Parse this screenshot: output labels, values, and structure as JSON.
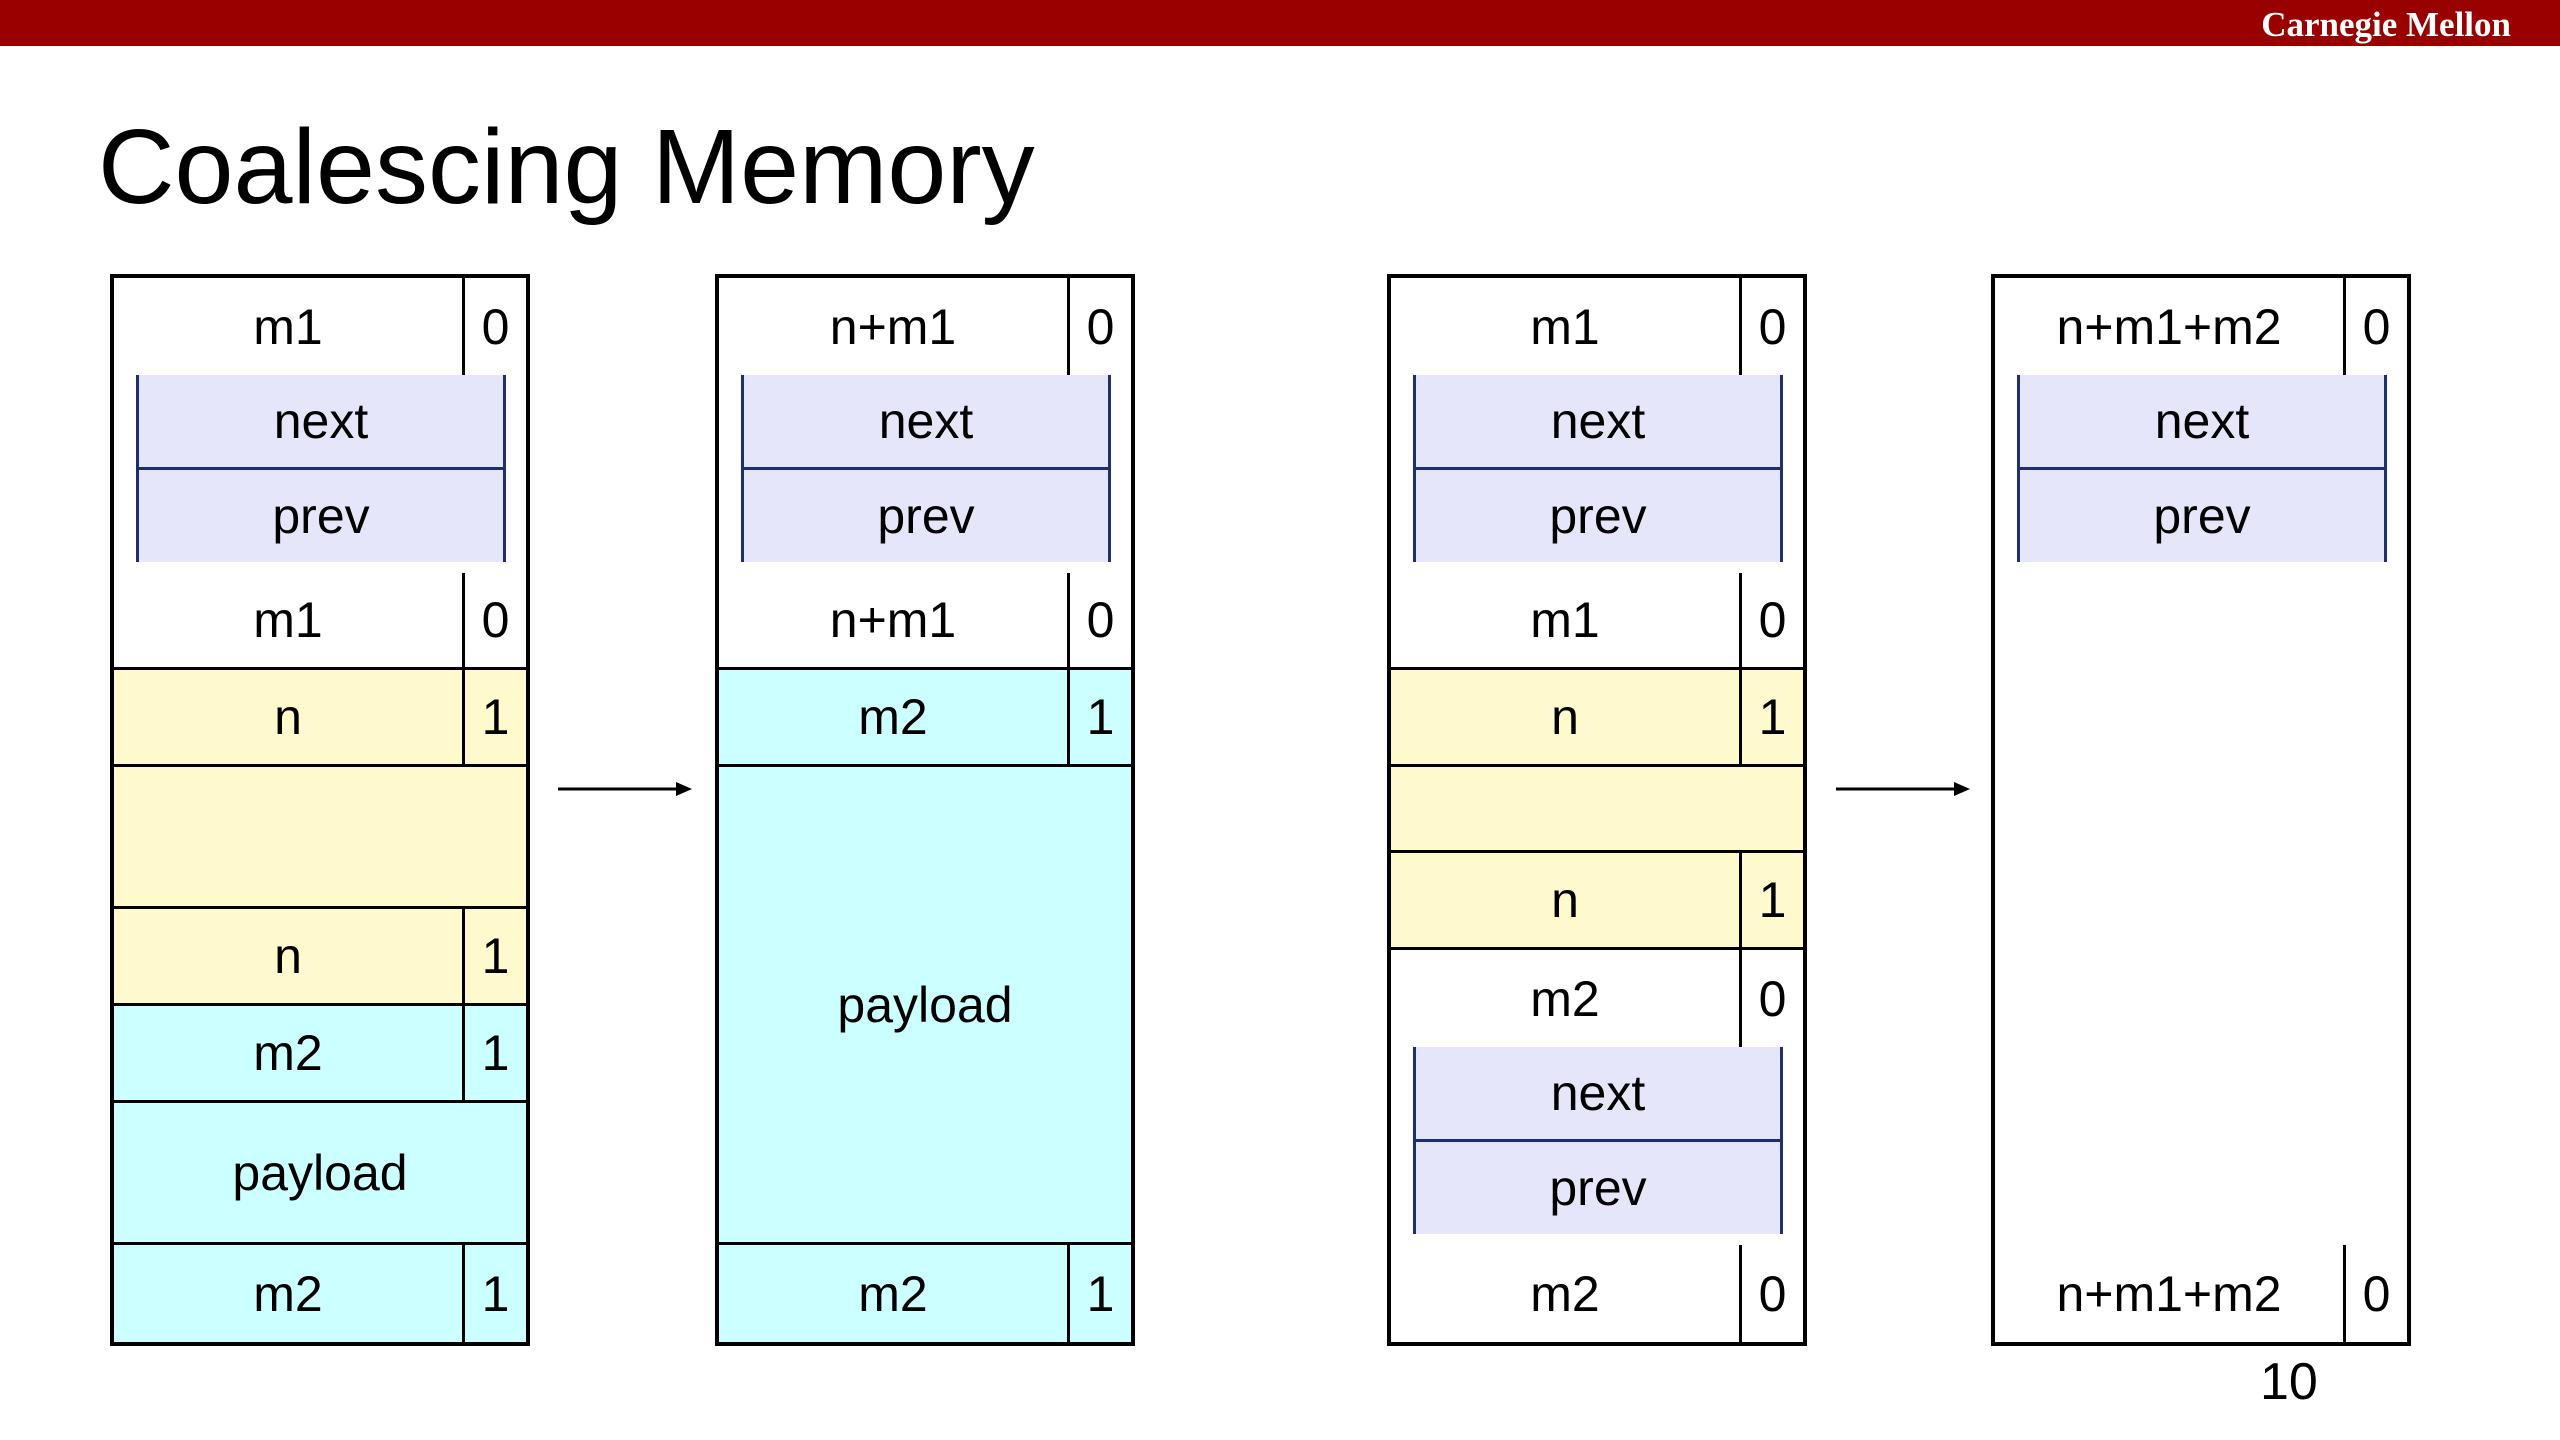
{
  "header": {
    "brand": "Carnegie Mellon"
  },
  "slide": {
    "title": "Coalescing Memory",
    "page_number": "10"
  },
  "diagrams": [
    {
      "before": {
        "rows": [
          {
            "kind": "hdr",
            "label": "m1",
            "flag": "0",
            "bg": "white"
          },
          {
            "kind": "ptr",
            "labels": [
              "next",
              "prev"
            ],
            "bg": "white"
          },
          {
            "kind": "hdr",
            "label": "m1",
            "flag": "0",
            "bg": "white"
          },
          {
            "kind": "hdr",
            "label": "n",
            "flag": "1",
            "bg": "yellow"
          },
          {
            "kind": "fill",
            "label": "",
            "bg": "yellow"
          },
          {
            "kind": "hdr",
            "label": "n",
            "flag": "1",
            "bg": "yellow"
          },
          {
            "kind": "hdr",
            "label": "m2",
            "flag": "1",
            "bg": "cyan"
          },
          {
            "kind": "fill",
            "label": "payload",
            "bg": "cyan"
          },
          {
            "kind": "hdr",
            "label": "m2",
            "flag": "1",
            "bg": "cyan"
          }
        ]
      },
      "after": {
        "rows": [
          {
            "kind": "hdr",
            "label": "n+m1",
            "flag": "0",
            "bg": "white"
          },
          {
            "kind": "ptr",
            "labels": [
              "next",
              "prev"
            ],
            "bg": "white"
          },
          {
            "kind": "hdr",
            "label": "n+m1",
            "flag": "0",
            "bg": "white"
          },
          {
            "kind": "hdr",
            "label": "m2",
            "flag": "1",
            "bg": "cyan"
          },
          {
            "kind": "fill",
            "label": "payload",
            "bg": "cyan"
          },
          {
            "kind": "hdr",
            "label": "m2",
            "flag": "1",
            "bg": "cyan"
          }
        ]
      }
    },
    {
      "before": {
        "rows": [
          {
            "kind": "hdr",
            "label": "m1",
            "flag": "0",
            "bg": "white"
          },
          {
            "kind": "ptr",
            "labels": [
              "next",
              "prev"
            ],
            "bg": "white"
          },
          {
            "kind": "hdr",
            "label": "m1",
            "flag": "0",
            "bg": "white"
          },
          {
            "kind": "hdr",
            "label": "n",
            "flag": "1",
            "bg": "yellow"
          },
          {
            "kind": "fill",
            "label": "",
            "bg": "yellow"
          },
          {
            "kind": "hdr",
            "label": "n",
            "flag": "1",
            "bg": "yellow"
          },
          {
            "kind": "hdr",
            "label": "m2",
            "flag": "0",
            "bg": "white"
          },
          {
            "kind": "ptr",
            "labels": [
              "next",
              "prev"
            ],
            "bg": "white"
          },
          {
            "kind": "hdr",
            "label": "m2",
            "flag": "0",
            "bg": "white"
          }
        ]
      },
      "after": {
        "rows": [
          {
            "kind": "hdr",
            "label": "n+m1+m2",
            "flag": "0",
            "bg": "white"
          },
          {
            "kind": "ptr",
            "labels": [
              "next",
              "prev"
            ],
            "bg": "white"
          },
          {
            "kind": "hdr",
            "label": "n+m1+m2",
            "flag": "0",
            "bg": "white"
          }
        ]
      }
    }
  ],
  "colors": {
    "topbar": "#990000",
    "white": "#ffffff",
    "yellow": "#fffacd",
    "cyan": "#ccffff",
    "pointer_fill": "#e6e6fa",
    "pointer_border": "#1f2f6e"
  }
}
